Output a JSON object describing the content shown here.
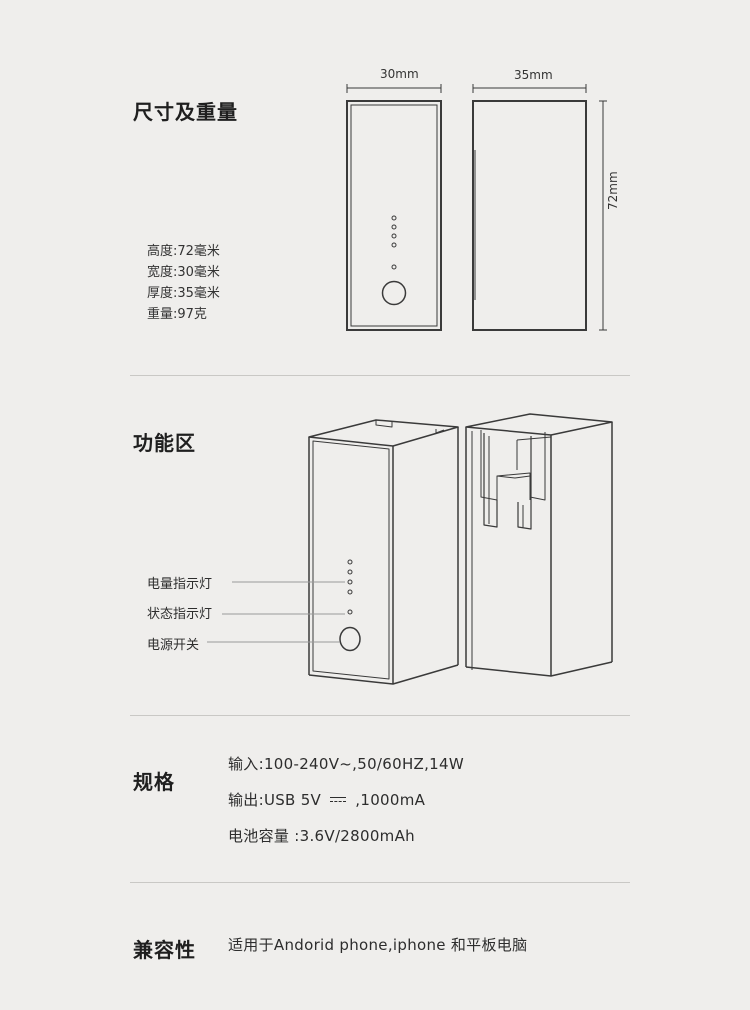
{
  "dimensions": {
    "title": "尺寸及重量",
    "width_label": "30mm",
    "depth_label": "35mm",
    "height_label": "72mm",
    "specs": [
      "高度:72毫米",
      "宽度:30毫米",
      "厚度:35毫米",
      "重量:97克"
    ]
  },
  "function": {
    "title": "功能区",
    "labels": {
      "battery_indicator": "电量指示灯",
      "status_indicator": "状态指示灯",
      "power_switch": "电源开关"
    }
  },
  "specification": {
    "title": "规格",
    "input": "输入:100-240V~,50/60HZ,14W",
    "output_prefix": "输出:USB 5V",
    "output_suffix": ",1000mA",
    "battery": "电池容量 :3.6V/2800mAh"
  },
  "compatibility": {
    "title": "兼容性",
    "text": "适用于Andorid phone,iphone 和平板电脑"
  }
}
